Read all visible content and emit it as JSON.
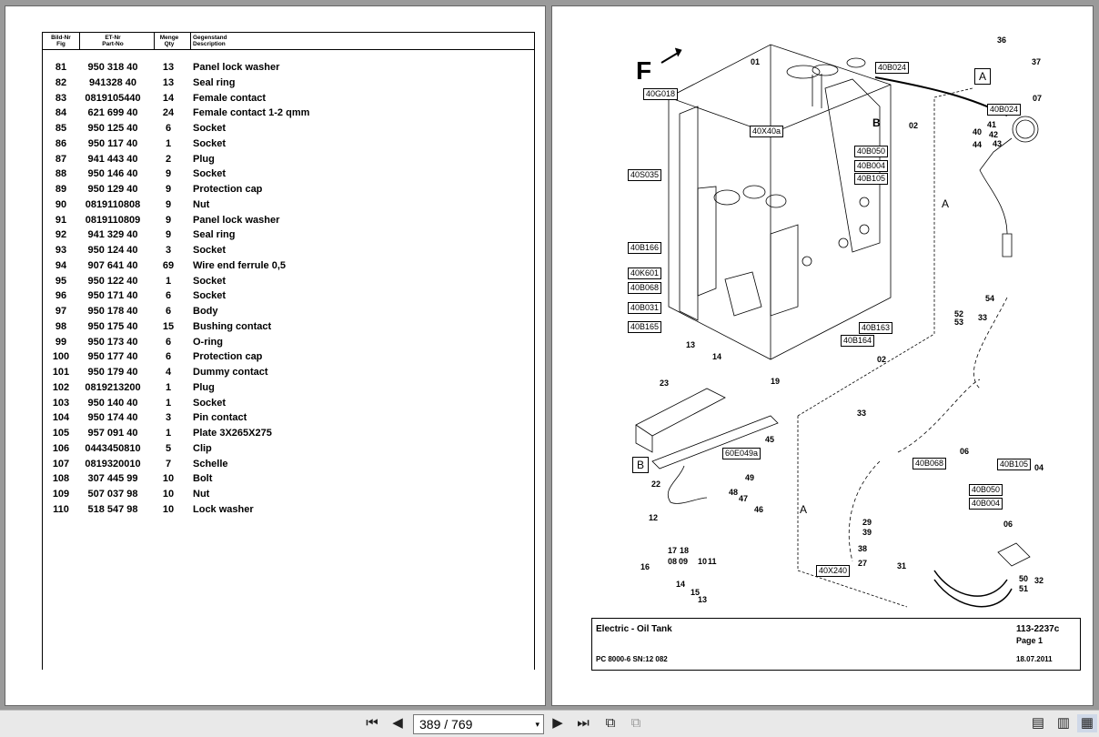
{
  "parts_table": {
    "headers": {
      "fig_de": "Bild-Nr",
      "fig_en": "Fig",
      "part_de": "ET-Nr",
      "part_en": "Part-No",
      "qty_de": "Menge",
      "qty_en": "Qty",
      "desc_de": "Gegenstand",
      "desc_en": "Description"
    },
    "rows": [
      {
        "fig": "81",
        "part": "950 318 40",
        "qty": "13",
        "desc": "Panel lock washer"
      },
      {
        "fig": "82",
        "part": "941328 40",
        "qty": "13",
        "desc": "Seal ring"
      },
      {
        "fig": "83",
        "part": "0819105440",
        "qty": "14",
        "desc": "Female contact"
      },
      {
        "fig": "84",
        "part": "621 699 40",
        "qty": "24",
        "desc": "Female contact 1-2 qmm"
      },
      {
        "fig": "85",
        "part": "950 125 40",
        "qty": "6",
        "desc": "Socket"
      },
      {
        "fig": "86",
        "part": "950 117 40",
        "qty": "1",
        "desc": "Socket"
      },
      {
        "fig": "87",
        "part": "941 443 40",
        "qty": "2",
        "desc": "Plug"
      },
      {
        "fig": "88",
        "part": "950 146 40",
        "qty": "9",
        "desc": "Socket"
      },
      {
        "fig": "89",
        "part": "950 129 40",
        "qty": "9",
        "desc": "Protection cap"
      },
      {
        "fig": "90",
        "part": "0819110808",
        "qty": "9",
        "desc": "Nut"
      },
      {
        "fig": "91",
        "part": "0819110809",
        "qty": "9",
        "desc": "Panel lock washer"
      },
      {
        "fig": "92",
        "part": "941 329 40",
        "qty": "9",
        "desc": "Seal ring"
      },
      {
        "fig": "93",
        "part": "950 124 40",
        "qty": "3",
        "desc": "Socket"
      },
      {
        "fig": "94",
        "part": "907 641 40",
        "qty": "69",
        "desc": "Wire end ferrule 0,5"
      },
      {
        "fig": "95",
        "part": "950 122 40",
        "qty": "1",
        "desc": "Socket"
      },
      {
        "fig": "96",
        "part": "950 171 40",
        "qty": "6",
        "desc": "Socket"
      },
      {
        "fig": "97",
        "part": "950 178 40",
        "qty": "6",
        "desc": "Body"
      },
      {
        "fig": "98",
        "part": "950 175 40",
        "qty": "15",
        "desc": "Bushing contact"
      },
      {
        "fig": "99",
        "part": "950 173 40",
        "qty": "6",
        "desc": "O-ring"
      },
      {
        "fig": "100",
        "part": "950 177 40",
        "qty": "6",
        "desc": "Protection cap"
      },
      {
        "fig": "101",
        "part": "950 179 40",
        "qty": "4",
        "desc": "Dummy contact"
      },
      {
        "fig": "102",
        "part": "0819213200",
        "qty": "1",
        "desc": "Plug"
      },
      {
        "fig": "103",
        "part": "950 140 40",
        "qty": "1",
        "desc": "Socket"
      },
      {
        "fig": "104",
        "part": "950 174 40",
        "qty": "3",
        "desc": "Pin contact"
      },
      {
        "fig": "105",
        "part": "957 091 40",
        "qty": "1",
        "desc": "Plate 3X265X275"
      },
      {
        "fig": "106",
        "part": "0443450810",
        "qty": "5",
        "desc": "Clip"
      },
      {
        "fig": "107",
        "part": "0819320010",
        "qty": "7",
        "desc": "Schelle"
      },
      {
        "fig": "108",
        "part": "307 445 99",
        "qty": "10",
        "desc": "Bolt"
      },
      {
        "fig": "109",
        "part": "507 037 98",
        "qty": "10",
        "desc": "Nut"
      },
      {
        "fig": "110",
        "part": "518 547 98",
        "qty": "10",
        "desc": "Lock washer"
      }
    ]
  },
  "drawing": {
    "front_marker": "F",
    "callouts": [
      "01",
      "02",
      "07",
      "36",
      "37",
      "40",
      "41",
      "42",
      "43",
      "44",
      "13",
      "14",
      "19",
      "23",
      "45",
      "54",
      "52",
      "53",
      "33",
      "02",
      "33",
      "06",
      "04",
      "06",
      "22",
      "49",
      "48",
      "47",
      "46",
      "12",
      "17",
      "18",
      "08",
      "09",
      "10",
      "11",
      "16",
      "14",
      "15",
      "13",
      "29",
      "39",
      "38",
      "27",
      "31",
      "50",
      "32",
      "51",
      "B"
    ],
    "box_labels": [
      "40B024",
      "40G018",
      "40X40a",
      "40S035",
      "40B166",
      "40K601",
      "40B068",
      "40B031",
      "40B165",
      "40B050",
      "40B004",
      "40B105",
      "40B163",
      "40B164",
      "40B024",
      "60E049a",
      "40X240",
      "40B068",
      "40B105",
      "40B050",
      "40B004"
    ],
    "view_letters": [
      "A",
      "B",
      "A",
      "A"
    ]
  },
  "title_block": {
    "title": "Electric - Oil Tank",
    "drawing_no": "113-2237c",
    "page": "Page 1",
    "machine": "PC 8000-6 SN:12 082",
    "date": "18.07.2011"
  },
  "toolbar": {
    "page_value": "389 / 769",
    "first_icon": "first-page-icon",
    "prev_icon": "prev-page-icon",
    "next_icon": "next-page-icon",
    "last_icon": "last-page-icon",
    "dropdown_icon": "▾"
  }
}
